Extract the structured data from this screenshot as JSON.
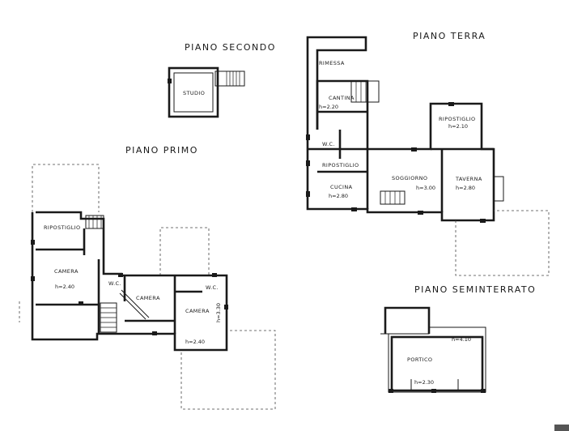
{
  "floors": {
    "piano_secondo": "PIANO SECONDO",
    "piano_primo": "PIANO PRIMO",
    "piano_terra": "PIANO TERRA",
    "piano_seminterrato": "PIANO SEMINTERRATO"
  },
  "piano_secondo": {
    "studio": "STUDIO"
  },
  "piano_primo": {
    "ripostiglio": "RIPOSTIGLIO",
    "camera_left": "CAMERA",
    "camera_left_h": "h=2.40",
    "wc": "W.C.",
    "camera_center": "CAMERA",
    "wc_right": "W.C.",
    "camera_right": "CAMERA",
    "camera_right_h": "h=3.30",
    "h_bottom": "h=2.40"
  },
  "piano_terra": {
    "rimessa": "RIMESSA",
    "cantina": "CANTINA",
    "cantina_h": "h=2.20",
    "ripostiglio_top": "RIPOSTIGLIO",
    "ripostiglio_top_h": "h=2.10",
    "wc": "W.C.",
    "ripostiglio": "RIPOSTIGLIO",
    "soggiorno": "SOGGIORNO",
    "soggiorno_h": "h=3.00",
    "taverna": "TAVERNA",
    "taverna_h": "h=2.80",
    "cucina": "CUCINA",
    "cucina_h": "h=2.80"
  },
  "piano_seminterrato": {
    "portico": "PORTICO",
    "portico_h_top": "h=4.10",
    "portico_h_bottom": "h=2.30"
  }
}
